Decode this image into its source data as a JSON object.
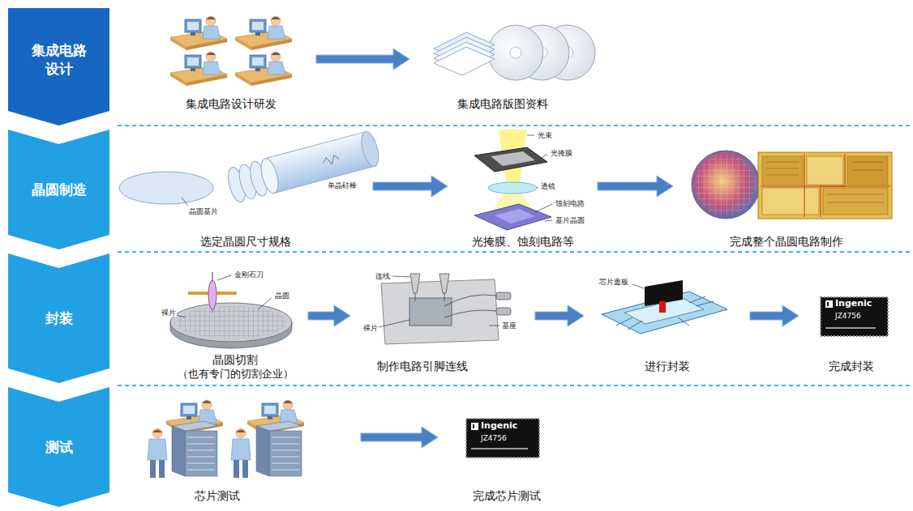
{
  "diagram": {
    "nodes": [
      {
        "text": [
          "集成电路 设计"
        ]
      },
      {
        "text": [
          "集成电路设计研发"
        ]
      },
      {
        "text": [
          "集成电路版图资料"
        ]
      },
      {
        "text": [
          "晶圆制造"
        ]
      },
      {
        "text": [
          "选定晶圆尺寸规格"
        ]
      },
      {
        "text": [
          "光掩膜、蚀刻电路等"
        ]
      },
      {
        "text": [
          "完成整个晶圆电路制作"
        ]
      },
      {
        "text": [
          "封装"
        ]
      },
      {
        "text": [
          "晶圆切割",
          "（也有专门的切割企业）"
        ]
      },
      {
        "text": [
          "制作电路引脚连线"
        ]
      },
      {
        "text": [
          "进行封装"
        ]
      },
      {
        "text": [
          "完成封装"
        ]
      },
      {
        "text": [
          "测试"
        ]
      },
      {
        "text": [
          "芯片测试"
        ]
      },
      {
        "text": [
          "完成芯片测试"
        ]
      }
    ],
    "edges": [
      {
        "from": 1,
        "to": 2,
        "arrow": "to"
      },
      {
        "from": 4,
        "to": 5,
        "arrow": "to"
      },
      {
        "from": 5,
        "to": 6,
        "arrow": "to"
      },
      {
        "from": 8,
        "to": 9,
        "arrow": "to"
      },
      {
        "from": 9,
        "to": 10,
        "arrow": "to"
      },
      {
        "from": 10,
        "to": 11,
        "arrow": "to"
      },
      {
        "from": 13,
        "to": 14,
        "arrow": "to"
      }
    ],
    "labels": [
      "单晶硅棒",
      "晶圆基片",
      "光束",
      "光掩膜",
      "透镜",
      "蚀刻电路",
      "基片晶圆",
      "金刚石刀",
      "晶圆",
      "裸片",
      "连线",
      "裸片",
      "基座",
      "芯片盖板",
      "Ingenic",
      "JZ4756",
      "Ingenic",
      "JZ4756"
    ]
  }
}
